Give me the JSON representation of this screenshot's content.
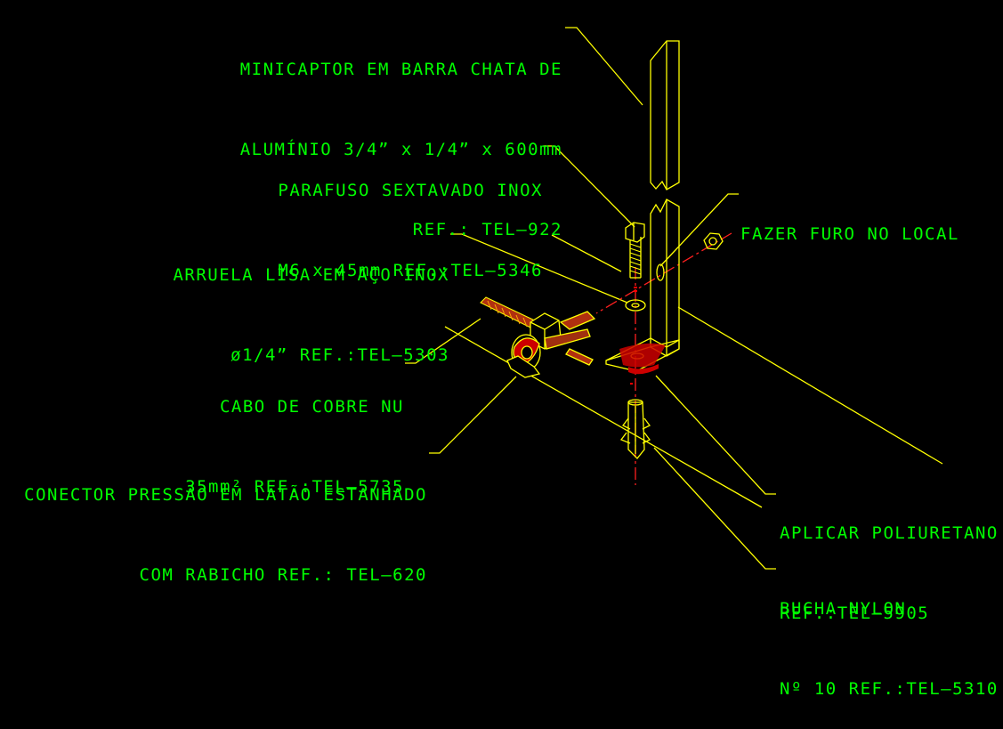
{
  "labels": {
    "minicaptor": {
      "line1": "MINICAPTOR EM BARRA CHATA DE",
      "line2": "ALUMÍNIO 3/4” x 1/4” x 600mm",
      "line3": "REF.: TEL–922"
    },
    "parafuso": {
      "line1": "PARAFUSO SEXTAVADO INOX",
      "line2": "M6 x 45mm REF.:TEL–5346"
    },
    "furo": {
      "line1": "FAZER FURO NO LOCAL"
    },
    "arruela": {
      "line1": "ARRUELA LISA EM AÇO INOX",
      "line2": "ø1/4” REF.:TEL–5303"
    },
    "cabo": {
      "line1": "CABO DE COBRE NU",
      "line2": "35mm² REF.:TEL–5735"
    },
    "conector": {
      "line1": "CONECTOR PRESSÃO EM LATÃO ESTANHADO",
      "line2": "COM RABICHO REF.: TEL–620"
    },
    "poliuretano": {
      "line1": "APLICAR POLIURETANO",
      "line2": "REF.:TEL–5905"
    },
    "bucha": {
      "line1": "BUCHA NYLON",
      "line2": "Nº 10 REF.:TEL–5310"
    }
  },
  "colors": {
    "text": "#00ff00",
    "leader": "#ffff00",
    "part": "#ffff00",
    "copper": "#c04010",
    "red": "#ff0000",
    "background": "#000000"
  }
}
